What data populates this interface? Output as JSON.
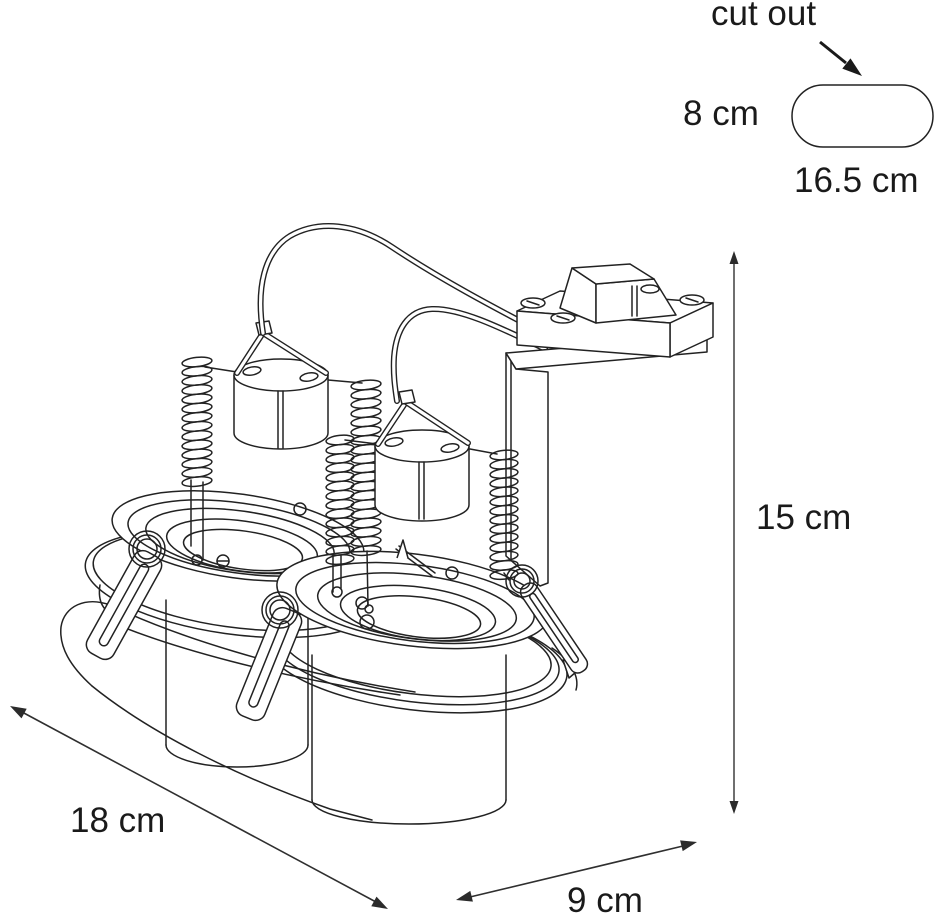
{
  "diagram": {
    "description": "Technical line drawing of a double trimless recessed spotlight with coil mounting springs, two lamp holders, a connection box and dimension arrows",
    "cutout": {
      "label": "cut out",
      "height": "8 cm",
      "width": "16.5 cm"
    },
    "dimensions": {
      "height": "15 cm",
      "length": "18 cm",
      "depth": "9 cm"
    },
    "colors": {
      "background": "#ffffff",
      "line_art": "#222222",
      "dimension_line": "#4b4b4b",
      "text": "#1a1a1a"
    }
  }
}
